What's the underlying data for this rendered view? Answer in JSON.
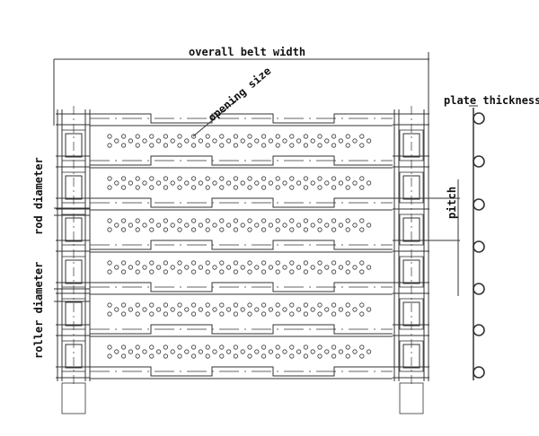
{
  "labels": {
    "overall_belt_width": "overall belt width",
    "opening_size": "opening size",
    "rod_diameter": "rod diameter",
    "roller_diameter": "roller diameter",
    "pitch": "pitch",
    "plate_thickness": "plate thickness"
  },
  "colors": {
    "line": "#333333",
    "background": "#ffffff"
  }
}
